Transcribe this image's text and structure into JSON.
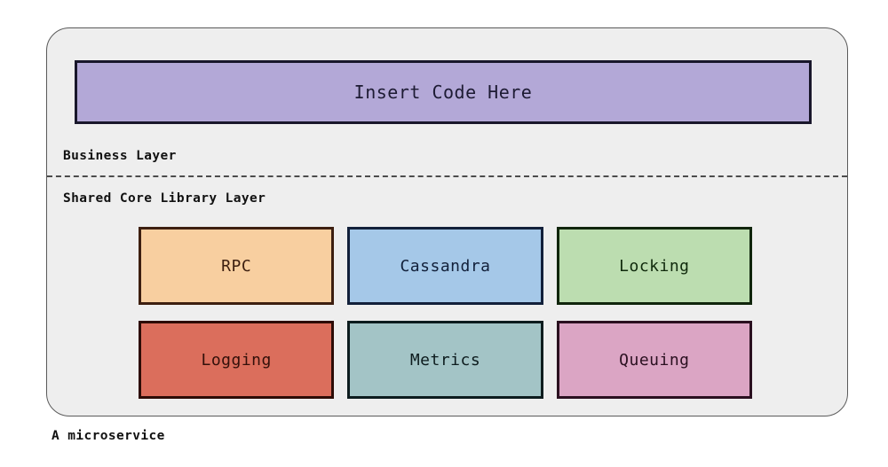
{
  "diagram": {
    "caption": "A microservice",
    "container": {
      "fill": "#eeeeee",
      "border": "#5a5a5a"
    },
    "banner": {
      "label": "Insert Code Here",
      "fill": "#b3a8d7",
      "border": "#19172b",
      "text_color": "#1d1b33"
    },
    "layers": [
      {
        "label": "Business Layer"
      },
      {
        "label": "Shared Core Library Layer"
      }
    ],
    "divider": {
      "style": "dashed",
      "color": "#4c4c4c"
    },
    "components": [
      {
        "label": "RPC",
        "fill": "#f8cfa0",
        "border": "#3d1f10",
        "text_color": "#3d1f10"
      },
      {
        "label": "Cassandra",
        "fill": "#a5c8e8",
        "border": "#12203a",
        "text_color": "#12203a"
      },
      {
        "label": "Locking",
        "fill": "#bcddb0",
        "border": "#10250c",
        "text_color": "#102a0c"
      },
      {
        "label": "Logging",
        "fill": "#db6e5c",
        "border": "#2d0c06",
        "text_color": "#33100a"
      },
      {
        "label": "Metrics",
        "fill": "#a3c4c6",
        "border": "#0d1c1e",
        "text_color": "#0d1c1e"
      },
      {
        "label": "Queuing",
        "fill": "#dba5c4",
        "border": "#2a1020",
        "text_color": "#2a1020"
      }
    ]
  }
}
